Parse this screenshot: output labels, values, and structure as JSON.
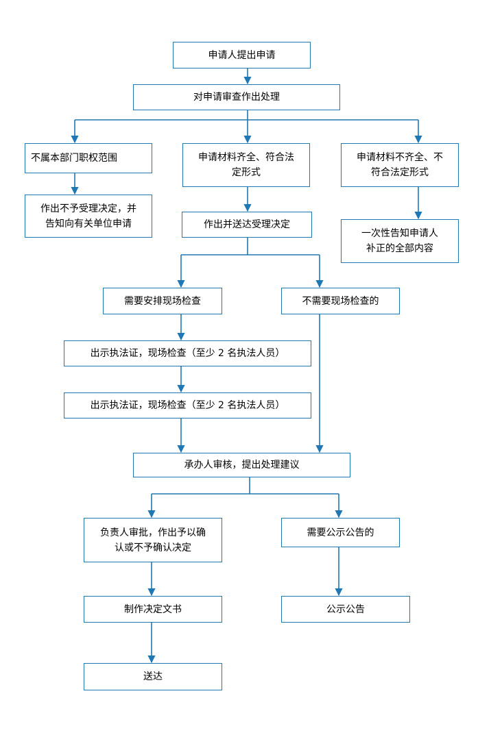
{
  "flowchart": {
    "colors": {
      "line": "#1f77b4",
      "border": "#1f77b4",
      "text": "#000000"
    },
    "nodes": {
      "apply": "申请人提出申请",
      "review": "对申请审查作出处理",
      "not_in_scope": "不属本部门职权范围",
      "complete": [
        "申请材料齐全、符合法",
        "定形式"
      ],
      "incomplete": [
        "申请材料不齐全、不",
        "符合法定形式"
      ],
      "reject_notice": [
        "作出不予受理决定，并",
        "告知向有关单位申请"
      ],
      "accept_decision": "作出并送达受理决定",
      "one_time_notice": [
        "一次性告知申请人",
        "补正的全部内容"
      ],
      "need_inspection": "需要安排现场检查",
      "no_inspection": "不需要现场检查的",
      "show_cert_1": "出示执法证，现场检查（至少 2 名执法人员）",
      "show_cert_2": "出示执法证，现场检查（至少 2 名执法人员）",
      "handler_review": "承办人审核，提出处理建议",
      "approval": [
        "负责人审批，作出予以确",
        "认或不予确认决定"
      ],
      "need_publicity": "需要公示公告的",
      "make_decision": "制作决定文书",
      "publicity": "公示公告",
      "deliver": "送达"
    }
  }
}
